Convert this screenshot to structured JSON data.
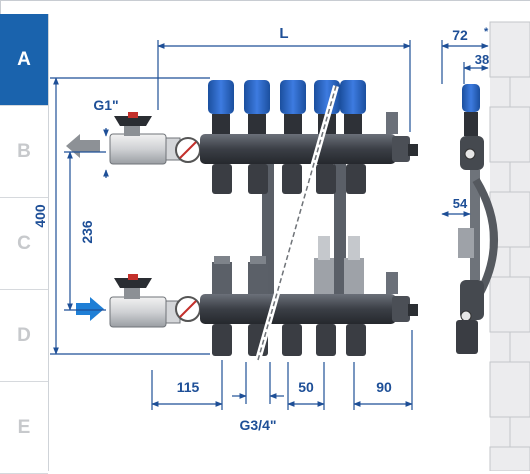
{
  "tabs": [
    {
      "label": "A",
      "active": true
    },
    {
      "label": "B",
      "active": false
    },
    {
      "label": "C",
      "active": false
    },
    {
      "label": "D",
      "active": false
    },
    {
      "label": "E",
      "active": false
    }
  ],
  "dimensions": {
    "length": "L",
    "width_top": "72",
    "width_top_mark": "*",
    "width_mid": "38",
    "offset_side": "54",
    "inlet_size": "G1\"",
    "height_total": "400",
    "height_axis": "236",
    "spacing_left": "115",
    "spacing_outlet": "50",
    "spacing_right": "90",
    "outlet_thread": "G3/4\""
  },
  "colors": {
    "accent": "#1a63ad",
    "dimension": "#1e4f97",
    "actuator": "#2b67c4",
    "body": "#3d4148",
    "wall": "#e9eaec",
    "flow_in": "#1f7fd6",
    "flow_out": "#8d9196"
  }
}
